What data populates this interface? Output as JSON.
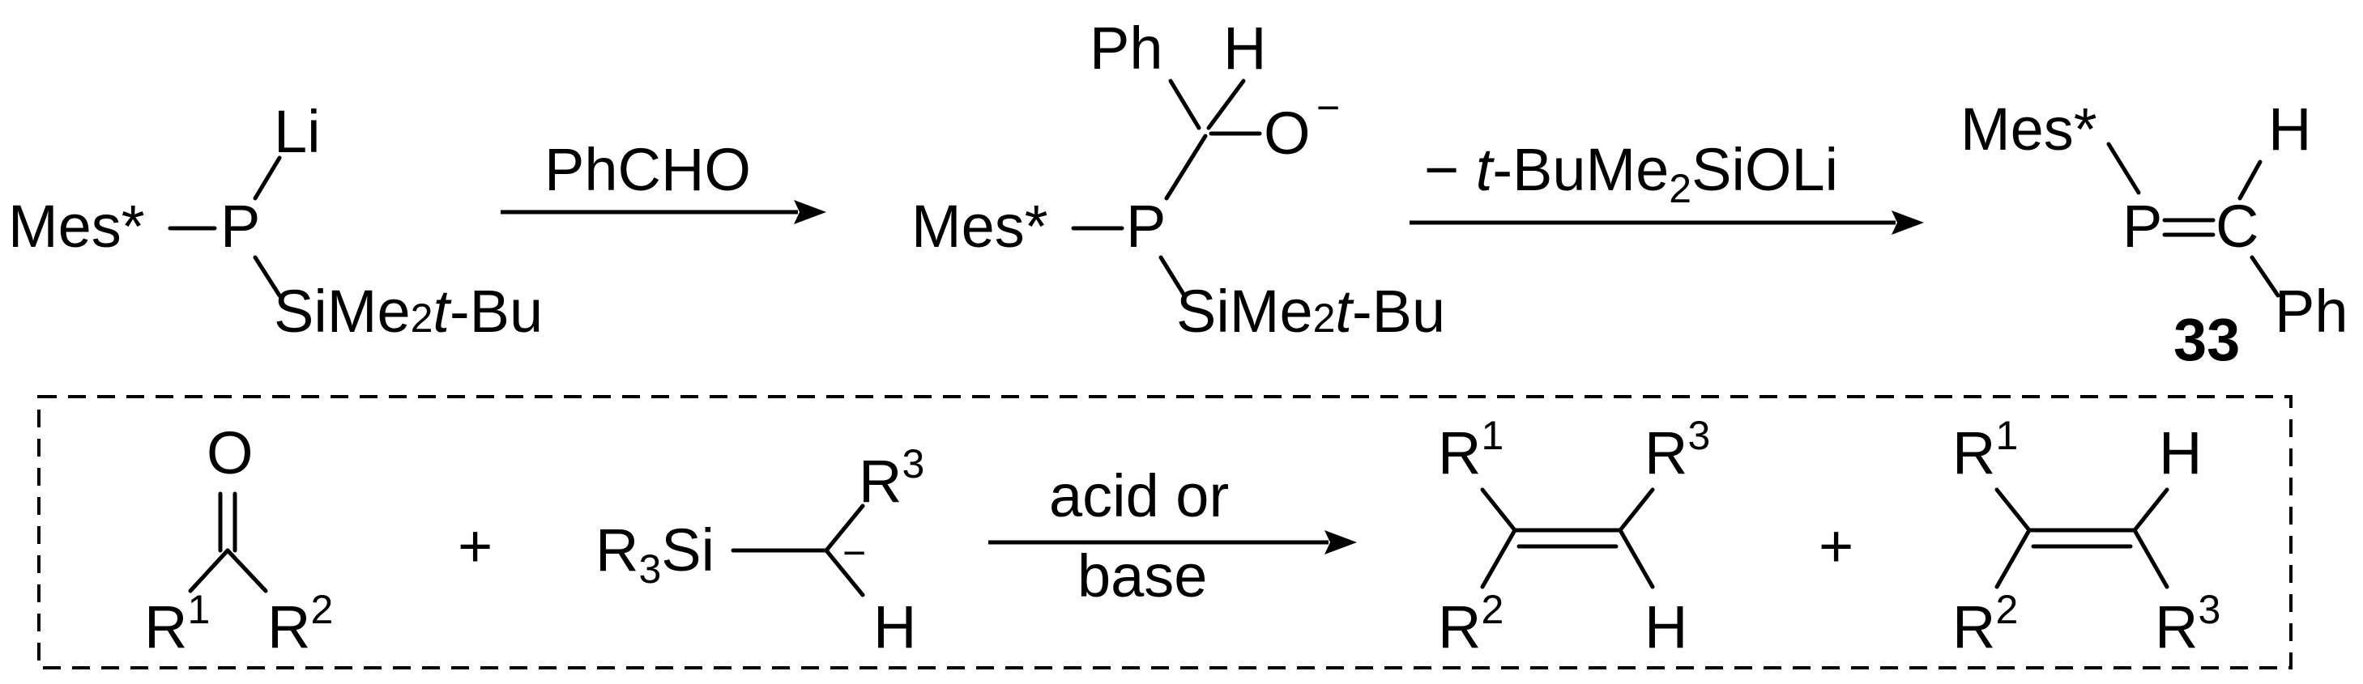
{
  "top_reaction": {
    "reactant": {
      "mes_star": "Mes*",
      "p": "P",
      "li": "Li",
      "silyl_prefix": "SiMe",
      "silyl_sub": "2",
      "silyl_t": "t",
      "silyl_suffix": "-Bu"
    },
    "arrow1_reagent": "PhCHO",
    "intermediate": {
      "ph": "Ph",
      "h": "H",
      "o": "O",
      "o_charge": "−",
      "mes_star": "Mes*",
      "p": "P",
      "silyl_prefix": "SiMe",
      "silyl_sub": "2",
      "silyl_t": "t",
      "silyl_suffix": "-Bu"
    },
    "arrow2_reagent": {
      "prefix": "− ",
      "t": "t",
      "mid": "-BuMe",
      "sub": "2",
      "suffix": "SiOLi"
    },
    "product": {
      "mes_star": "Mes*",
      "h": "H",
      "p": "P",
      "c": "C",
      "ph": "Ph",
      "compound_number": "33"
    }
  },
  "box_reaction": {
    "ketone": {
      "o": "O",
      "r1": "R",
      "r1_sup": "1",
      "r2": "R",
      "r2_sup": "2"
    },
    "plus1": "+",
    "carbanion": {
      "r3si_r": "R",
      "r3si_sub": "3",
      "r3si_si": "Si",
      "r3": "R",
      "r3_sup": "3",
      "charge": "−",
      "h": "H"
    },
    "arrow_label_line1": "acid or",
    "arrow_label_line2": "base",
    "alkene1": {
      "r1": "R",
      "r1_sup": "1",
      "r3": "R",
      "r3_sup": "3",
      "r2": "R",
      "r2_sup": "2",
      "h": "H"
    },
    "plus2": "+",
    "alkene2": {
      "r1": "R",
      "r1_sup": "1",
      "h": "H",
      "r2": "R",
      "r2_sup": "2",
      "r3": "R",
      "r3_sup": "3"
    }
  }
}
